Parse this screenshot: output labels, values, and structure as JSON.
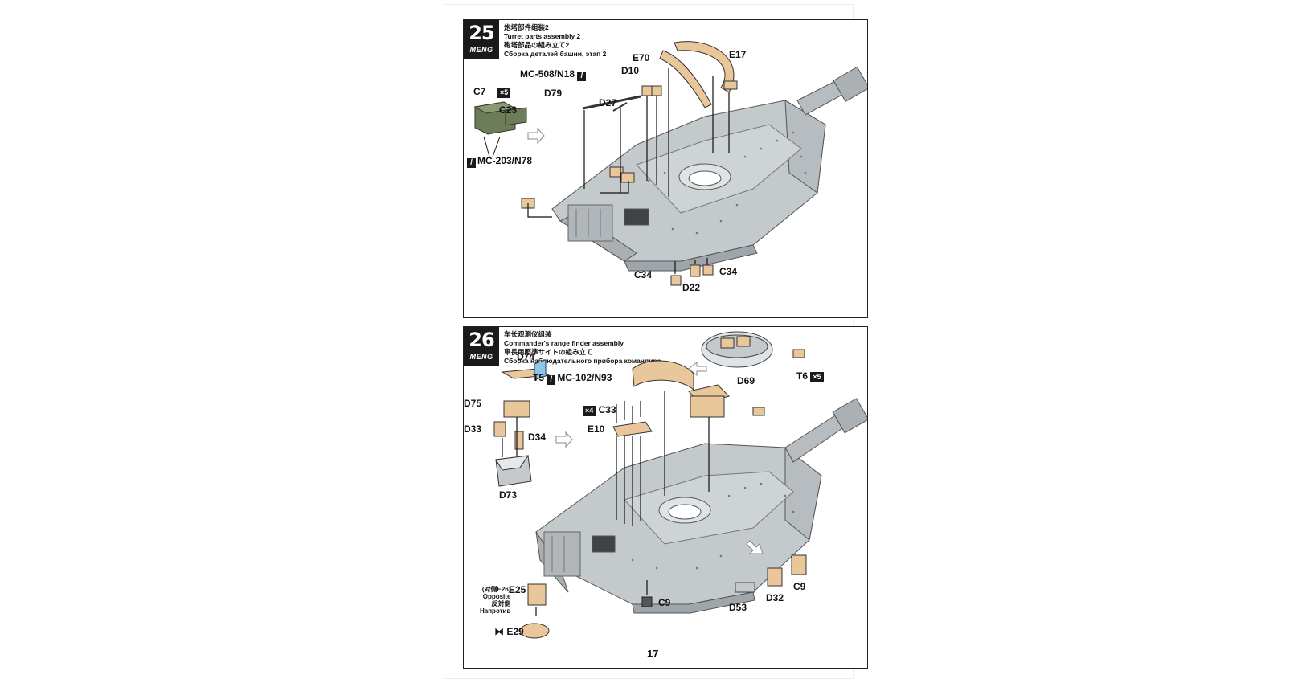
{
  "steps": [
    {
      "number": "25",
      "brand": "MENG",
      "titles": [
        "炮塔部件组装2",
        "Turret parts assembly 2",
        "砲塔部品の組み立て2",
        "Сборка деталей башни, этап 2"
      ],
      "labels": {
        "c7": "C7",
        "x5": "×5",
        "c23": "C23",
        "mc203": "MC-203/N78",
        "mc508": "MC-508/N18",
        "d79": "D79",
        "d27": "D27",
        "d10": "D10",
        "e70": "E70",
        "e17": "E17",
        "c34a": "C34",
        "d22": "D22",
        "c34b": "C34"
      }
    },
    {
      "number": "26",
      "brand": "MENG",
      "titles": [
        "车长观测仪组装",
        "Commander's range finder assembly",
        "車長用照準サイトの組み立て",
        "Сборка наблюдательного прибора командира"
      ],
      "labels": {
        "d74": "D74",
        "t5": "T5",
        "mc102": "MC-102/N93",
        "d75": "D75",
        "d33": "D33",
        "d34": "D34",
        "d73": "D73",
        "x4": "×4",
        "c33": "C33",
        "e10": "E10",
        "d69": "D69",
        "t6": "T6",
        "x5": "×5",
        "opp_cn": "(对侧E26)",
        "e25": "E25",
        "opp_en": "Opposite",
        "opp_jp": "反対側",
        "opp_ru": "Напротив",
        "e29": "E29",
        "c9a": "C9",
        "d32": "D32",
        "c9b": "C9",
        "d53": "D53"
      }
    }
  ],
  "page_number": "17",
  "colors": {
    "part_tan": "#e9c79a",
    "turret_gray": "#c4c9cc",
    "part_green": "#6d7d57",
    "clear_blue": "#8cc6ea"
  }
}
